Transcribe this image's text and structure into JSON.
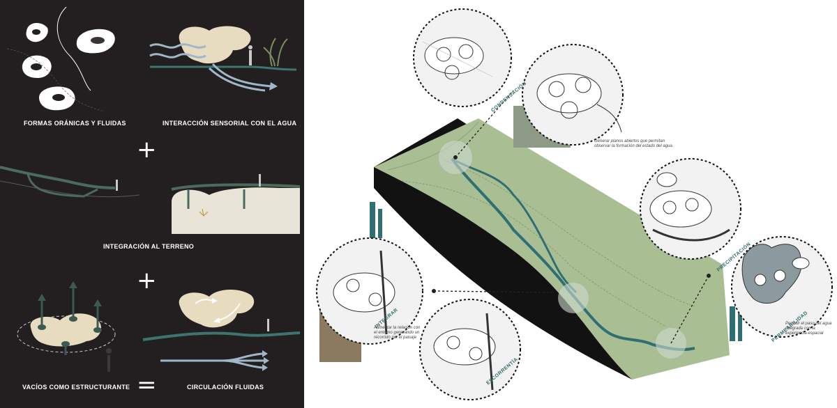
{
  "left": {
    "captions": {
      "organic_forms": "FORMAS ORÁNICAS Y FLUIDAS",
      "water_interaction": "INTERACCIÓN SENSORIAL CON EL AGUA",
      "terrain_integration": "INTEGRACIÓN AL TERRENO",
      "voids": "VACÍOS COMO ESTRUCTURANTE",
      "circulation": "CIRCULACIÓN FLUIDAS"
    },
    "operators": {
      "plus_1": "+",
      "plus_2": "+",
      "equals": "="
    }
  },
  "right": {
    "labels": {
      "condensacion": "CONDENSACIÓN",
      "precipitacion": "PRECIPITACIÓN",
      "permeabilidad": "PERMEABILIDAD",
      "integrar": "INTEGRAR",
      "escorrentia": "ESCORRENTÍA"
    },
    "notes": {
      "condensacion_note": "Generar planos abiertos que permitan observar la formación del estado del agua.",
      "permeabilidad_note": "Permitir el paso del agua integrada con la experiencia espacial",
      "integrar_note": "Aumentar la relación con el entorno generando un recorrido por el paisaje"
    }
  },
  "colors": {
    "panel_bg": "#231f20",
    "terrain_green": "#a9bf93",
    "river_blue": "#2f6f74",
    "accent_teal": "#3d7470",
    "cream_form": "#e8dcc0"
  }
}
